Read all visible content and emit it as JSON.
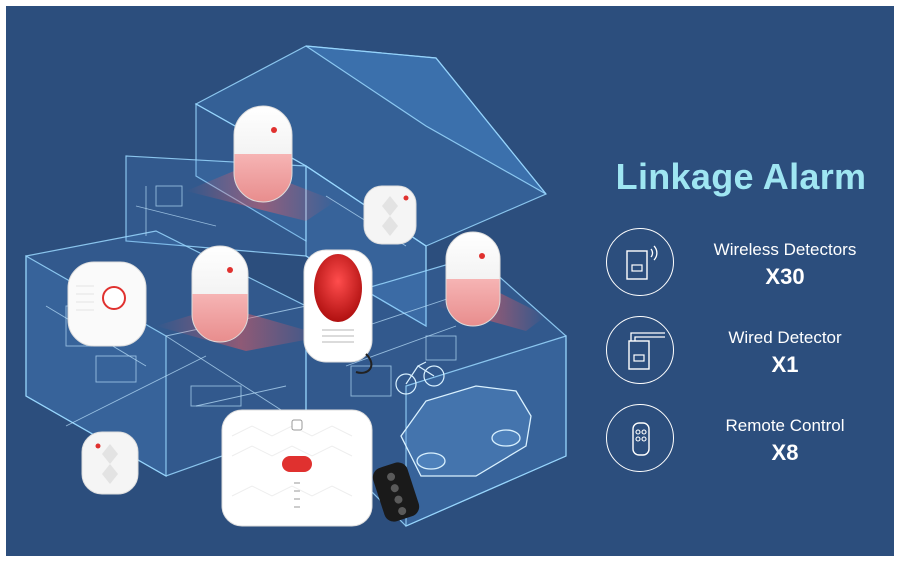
{
  "headline": "Linkage Alarm",
  "features": [
    {
      "label": "Wireless Detectors",
      "quantity": "X30",
      "icon": "wireless-detector-icon"
    },
    {
      "label": "Wired Detector",
      "quantity": "X1",
      "icon": "wired-detector-icon"
    },
    {
      "label": "Remote Control",
      "quantity": "X8",
      "icon": "remote-control-icon"
    }
  ],
  "colors": {
    "background": "#2c4e7d",
    "headline": "#9fe6f2",
    "line": "#8fd3ff",
    "alarm_red": "#e0312f"
  }
}
